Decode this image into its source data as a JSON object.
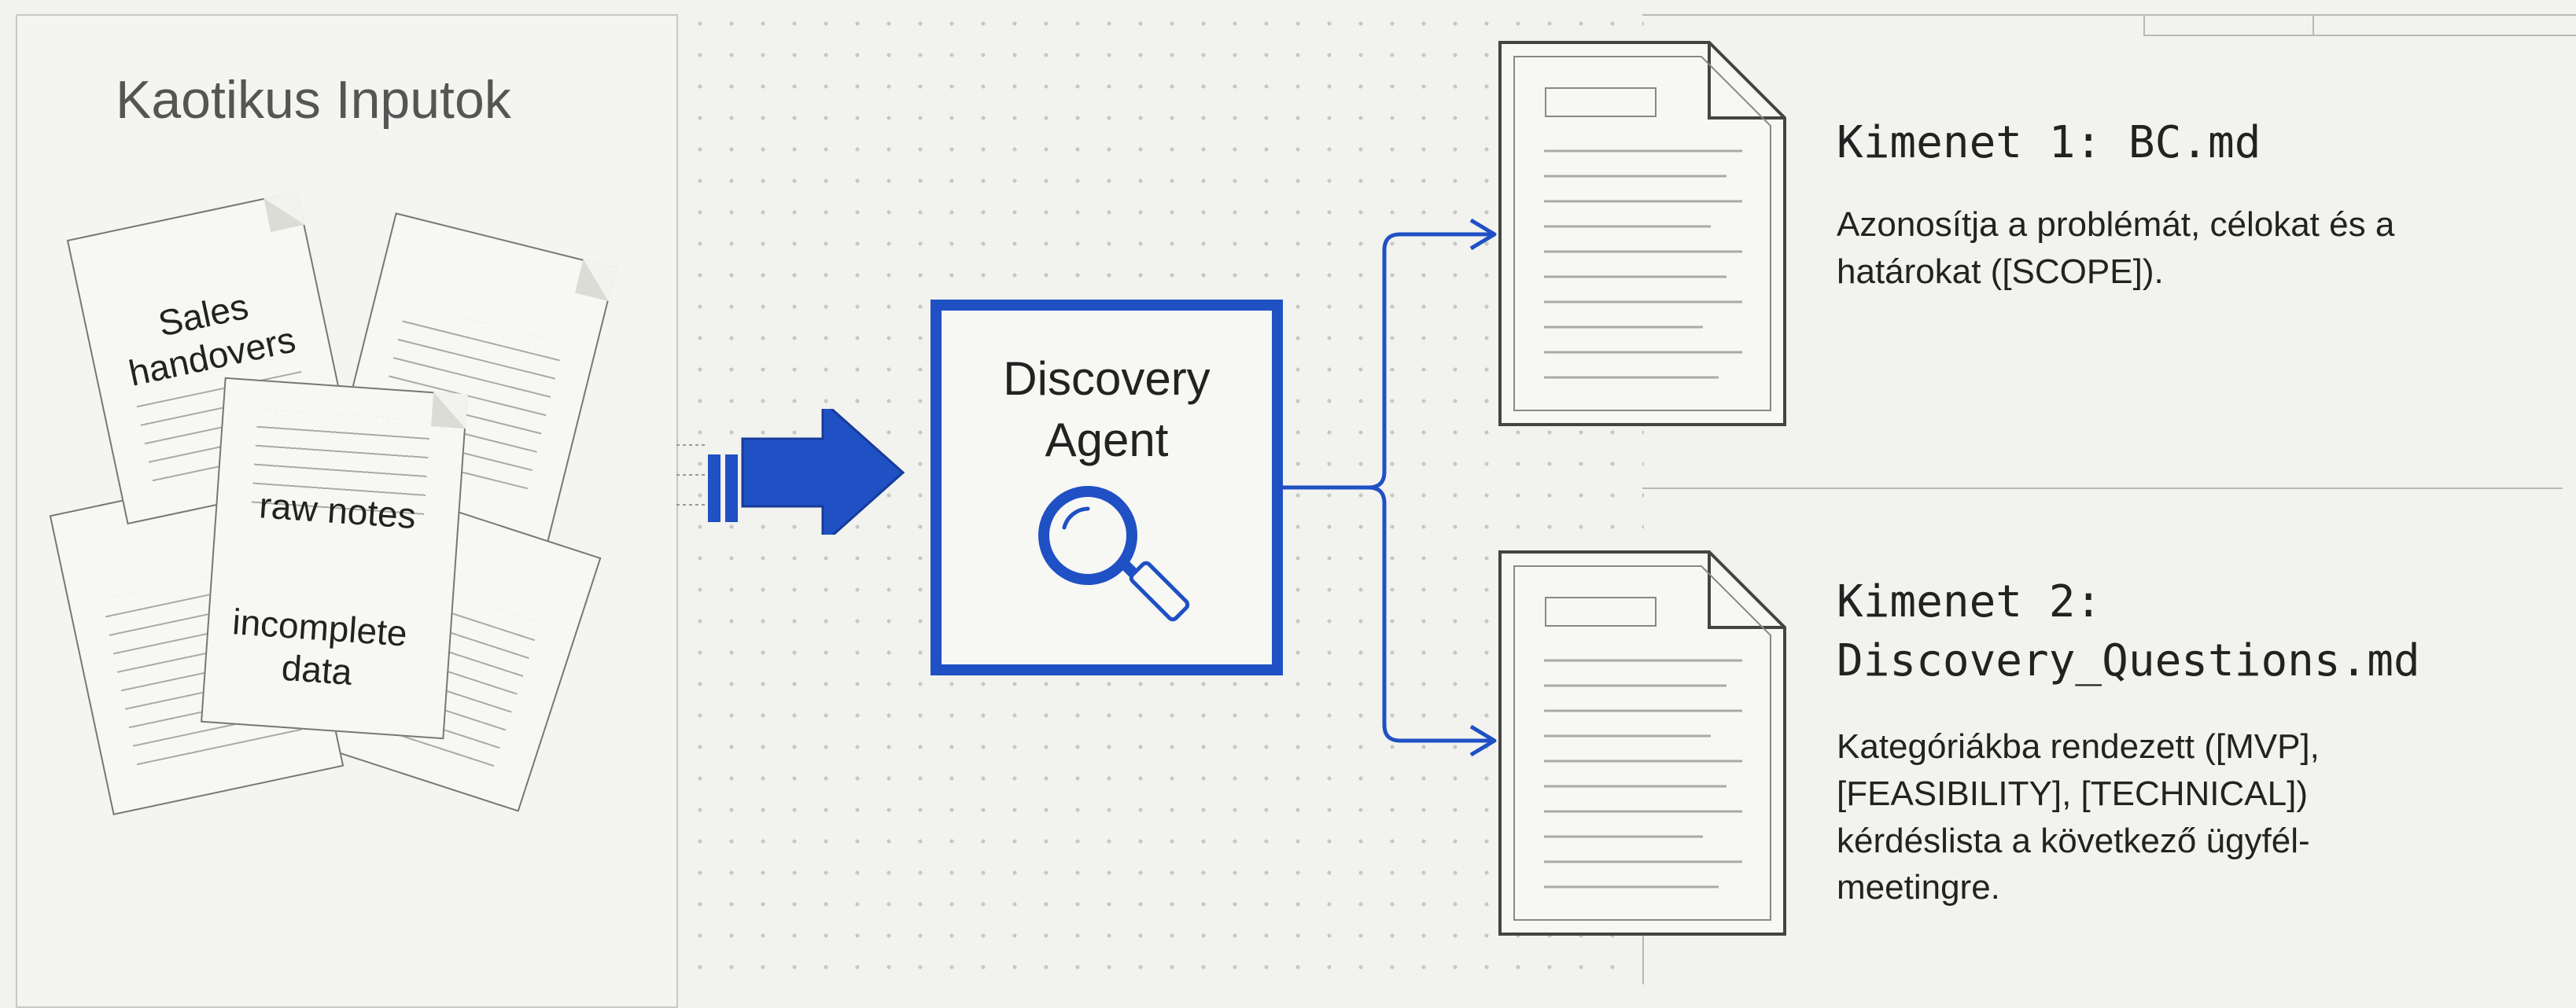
{
  "inputs": {
    "title": "Kaotikus Inputok",
    "notes": [
      {
        "text": "Sales handovers"
      },
      {
        "text": "raw notes"
      },
      {
        "text": "incomplete data"
      }
    ]
  },
  "agent": {
    "name_line1": "Discovery",
    "name_line2": "Agent",
    "icon": "magnifier-icon"
  },
  "outputs": [
    {
      "title_line1": "Kimenet 1: BC.md",
      "title_line2": "",
      "description": "Azonosítja a problémát, célokat és a határokat ([SCOPE])."
    },
    {
      "title_line1": "Kimenet 2:",
      "title_line2": "Discovery_Questions.md",
      "description": "Kategóriákba rendezett ([MVP], [FEASIBILITY], [TECHNICAL]) kérdéslista a következő ügyfél-meetingre."
    }
  ],
  "colors": {
    "accent": "#1f50c4",
    "background": "#f2f2ee",
    "line": "#444444"
  }
}
